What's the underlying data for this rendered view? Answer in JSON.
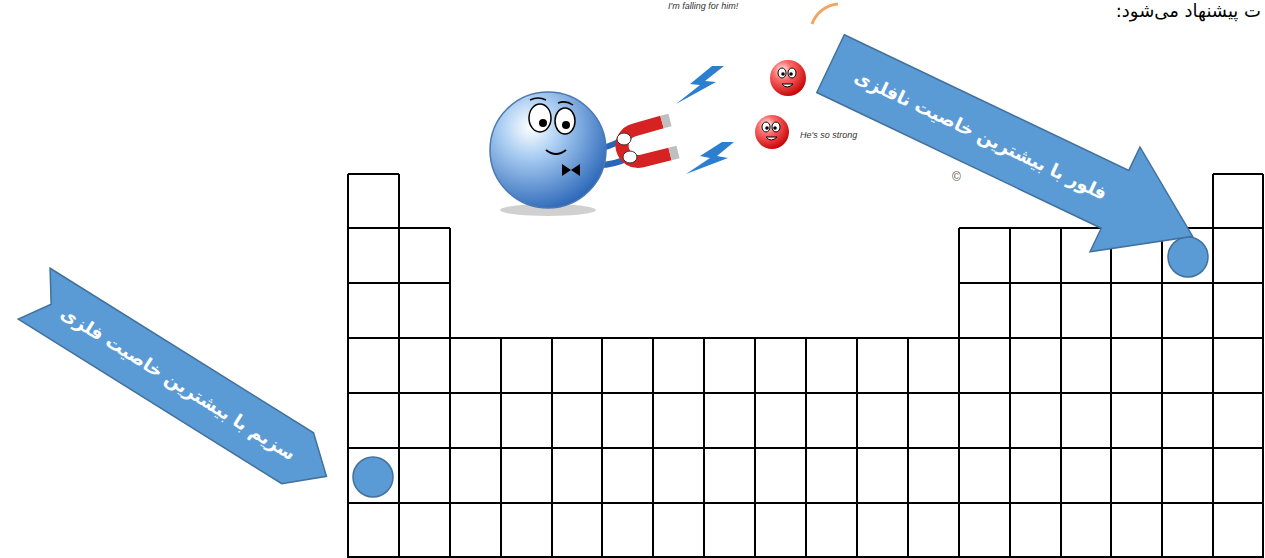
{
  "diagram": {
    "nodes": [
      {
        "text": [
          "فلور با بیشترین خاصیت نافلزی"
        ]
      },
      {
        "text": [
          "سزیم با بیشترین خاصیت فلزی"
        ]
      }
    ],
    "labels": [
      "ت پیشنهاد می‌شود:",
      "I'm falling for him!",
      "He's so strong",
      "©"
    ]
  }
}
